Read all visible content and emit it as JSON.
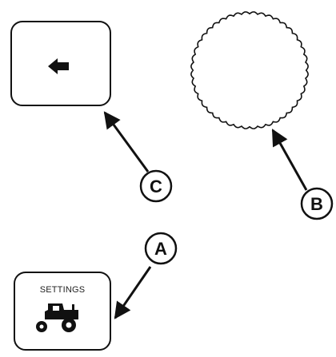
{
  "back_button": {
    "icon": "arrow-left-icon"
  },
  "settings_button": {
    "label": "SETTINGS",
    "icon": "tractor-icon"
  },
  "rotary_knob": {
    "shape": "serrated-circle"
  },
  "callouts": {
    "a": "A",
    "b": "B",
    "c": "C"
  },
  "colors": {
    "ink": "#111111",
    "background": "#ffffff"
  }
}
